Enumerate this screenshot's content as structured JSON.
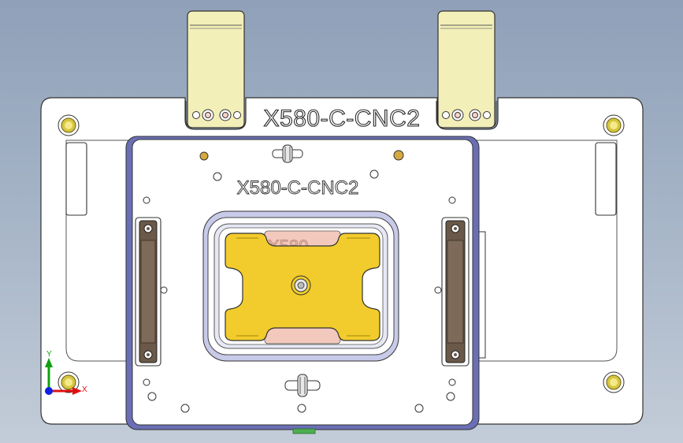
{
  "engraving": {
    "outer_plate_label": "X580-C-CNC2",
    "inner_plate_label": "X580-C-CNC2",
    "partial_part_label": "X580"
  },
  "triad": {
    "x_label": "X",
    "y_label": "Y"
  },
  "colors": {
    "background_top": "#8fa0b8",
    "background_bottom": "#c3ccd8",
    "plate": "#ffffff",
    "clamp_tab": "#f3efb8",
    "nest_part": "#f2cc2c",
    "pad_pink": "#f3c9bd",
    "inner_plate_border": "#6a6fb5",
    "pocket_blue": "#c7cae8",
    "side_clamp": "#6a5848",
    "axis_x": "#e01010",
    "axis_y": "#10a010",
    "axis_z": "#1020e0"
  }
}
